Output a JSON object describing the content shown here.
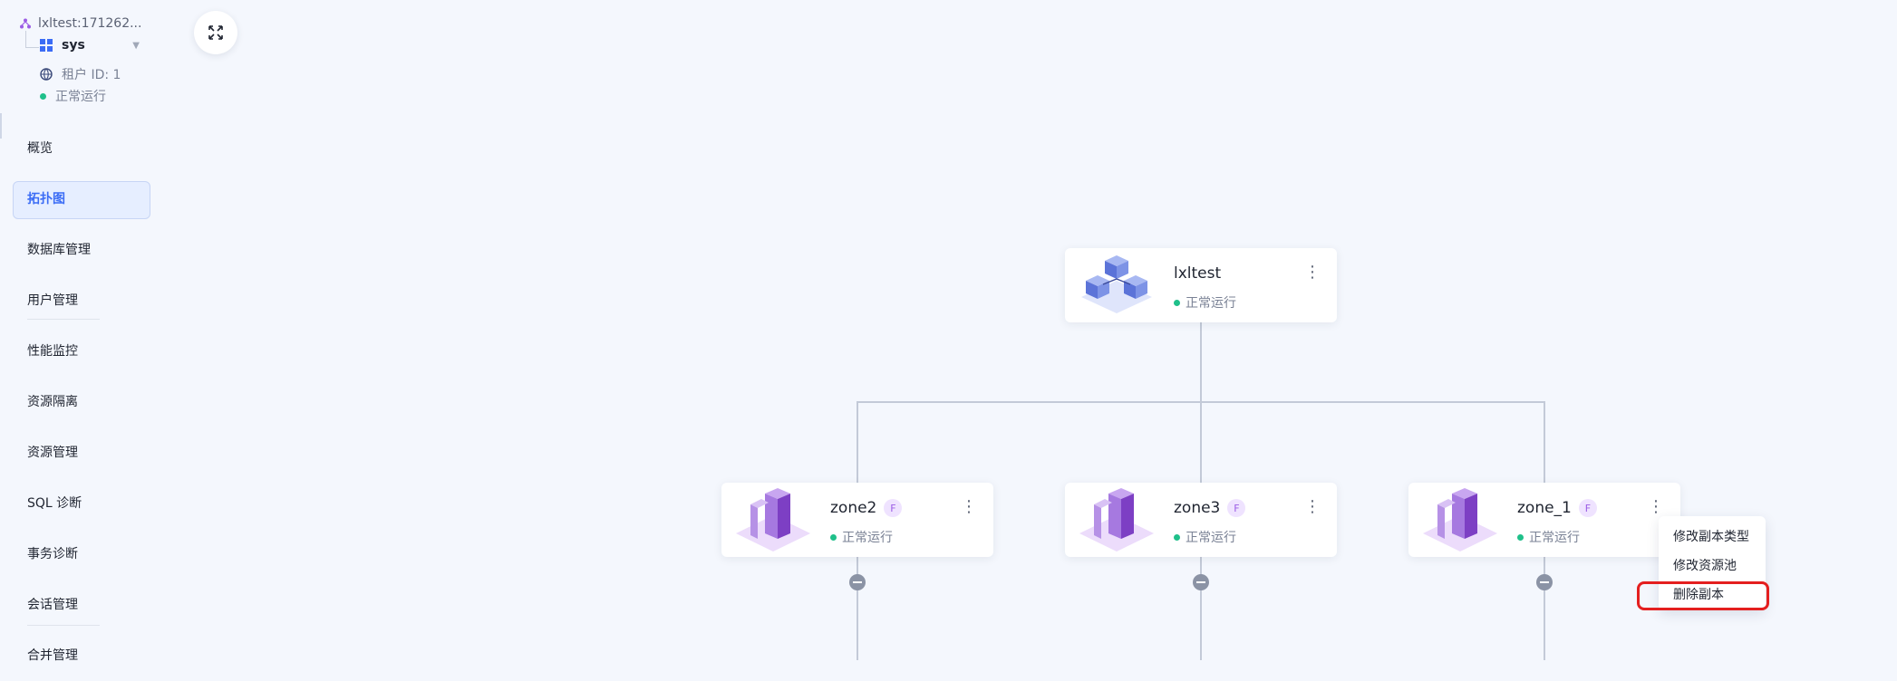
{
  "header": {
    "cluster_name": "lxltest:171262...",
    "tenant_name": "sys",
    "tenant_id": "租户 ID: 1",
    "status": "正常运行"
  },
  "sidebar": {
    "items": [
      {
        "label": "概览"
      },
      {
        "label": "拓扑图",
        "active": true
      },
      {
        "label": "数据库管理"
      },
      {
        "label": "用户管理"
      },
      {
        "label": "性能监控"
      },
      {
        "label": "资源隔离"
      },
      {
        "label": "资源管理"
      },
      {
        "label": "SQL 诊断"
      },
      {
        "label": "事务诊断"
      },
      {
        "label": "会话管理"
      },
      {
        "label": "合并管理"
      }
    ]
  },
  "topology": {
    "root": {
      "name": "lxltest",
      "status": "正常运行"
    },
    "zones": [
      {
        "name": "zone2",
        "badge": "F",
        "status": "正常运行"
      },
      {
        "name": "zone3",
        "badge": "F",
        "status": "正常运行"
      },
      {
        "name": "zone_1",
        "badge": "F",
        "status": "正常运行"
      }
    ]
  },
  "context_menu": {
    "items": [
      "修改副本类型",
      "修改资源池",
      "删除副本"
    ],
    "highlighted": "删除副本"
  },
  "icons": {
    "expand": "expand-arrows-icon",
    "more": "more-vertical-icon",
    "status_color": "#1fc08a"
  }
}
